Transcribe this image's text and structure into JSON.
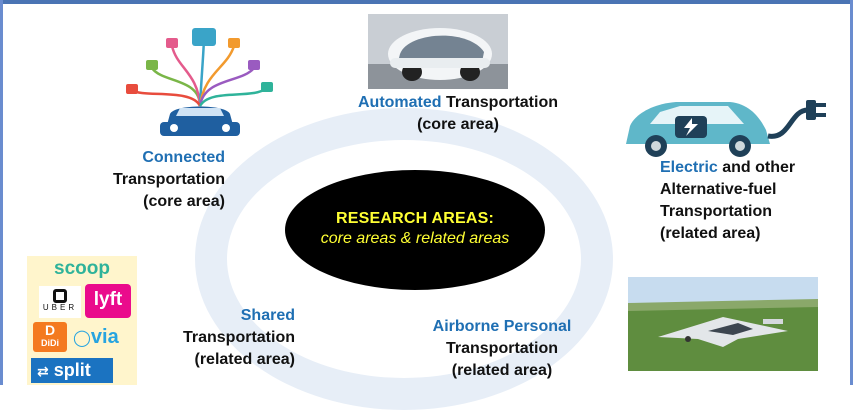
{
  "center": {
    "title": "RESEARCH AREAS:",
    "subtitle": "core areas & related areas"
  },
  "areas": {
    "connected": {
      "highlight": "Connected",
      "line2": "Transportation",
      "line3": "(core area)"
    },
    "automated": {
      "highlight": "Automated",
      "rest": " Transportation",
      "line2": "(core area)"
    },
    "electric": {
      "highlight": "Electric",
      "rest": " and other",
      "line2": "Alternative-fuel",
      "line3": "Transportation",
      "line4": "(related area)"
    },
    "shared": {
      "highlight": "Shared",
      "line2": "Transportation",
      "line3": "(related area)"
    },
    "airborne": {
      "highlight": "Airborne Personal",
      "line2": "Transportation",
      "line3": "(related area)"
    }
  },
  "apps": {
    "scoop": "scoop",
    "uber": "UBER",
    "lyft": "lyft",
    "didi": "DiDi",
    "via": "via",
    "split": "split"
  },
  "colors": {
    "accent_blue": "#1f6fb3",
    "center_text": "#ffff33",
    "ring": "#e7eef7"
  }
}
